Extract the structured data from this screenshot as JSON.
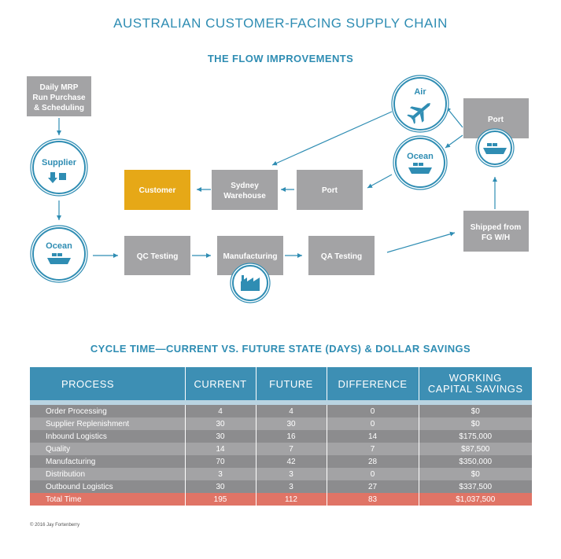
{
  "title": "AUSTRALIAN CUSTOMER-FACING SUPPLY CHAIN",
  "subtitle": "THE FLOW IMPROVEMENTS",
  "flow": {
    "mrp": [
      "Daily MRP",
      "Run Purchase",
      "& Scheduling"
    ],
    "supplier": "Supplier",
    "ocean_left": "Ocean",
    "qc": "QC Testing",
    "manufacturing": "Manufacturing",
    "qa": "QA Testing",
    "customer": "Customer",
    "sydney": [
      "Sydney",
      "Warehouse"
    ],
    "port_mid": "Port",
    "air": "Air",
    "ocean_right": "Ocean",
    "port_right": "Port",
    "shipped": [
      "Shipped from",
      "FG W/H"
    ],
    "colors": {
      "box": "#a3a3a5",
      "customer": "#e6a817",
      "accent": "#2f8db3"
    }
  },
  "table": {
    "title": "CYCLE TIME—CURRENT VS. FUTURE STATE (DAYS) & DOLLAR SAVINGS",
    "headers": [
      "PROCESS",
      "CURRENT",
      "FUTURE",
      "DIFFERENCE",
      "WORKING",
      "CAPITAL SAVINGS"
    ],
    "rows": [
      [
        "Order Processing",
        "4",
        "4",
        "0",
        "$0"
      ],
      [
        "Supplier Replenishment",
        "30",
        "30",
        "0",
        "$0"
      ],
      [
        "Inbound Logistics",
        "30",
        "16",
        "14",
        "$175,000"
      ],
      [
        "Quality",
        "14",
        "7",
        "7",
        "$87,500"
      ],
      [
        "Manufacturing",
        "70",
        "42",
        "28",
        "$350,000"
      ],
      [
        "Distribution",
        "3",
        "3",
        "0",
        "$0"
      ],
      [
        "Outbound Logistics",
        "30",
        "3",
        "27",
        "$337,500"
      ]
    ],
    "total": [
      "Total Time",
      "195",
      "112",
      "83",
      "$1,037,500"
    ]
  },
  "copyright": "© 2016 Jay Fortenberry"
}
